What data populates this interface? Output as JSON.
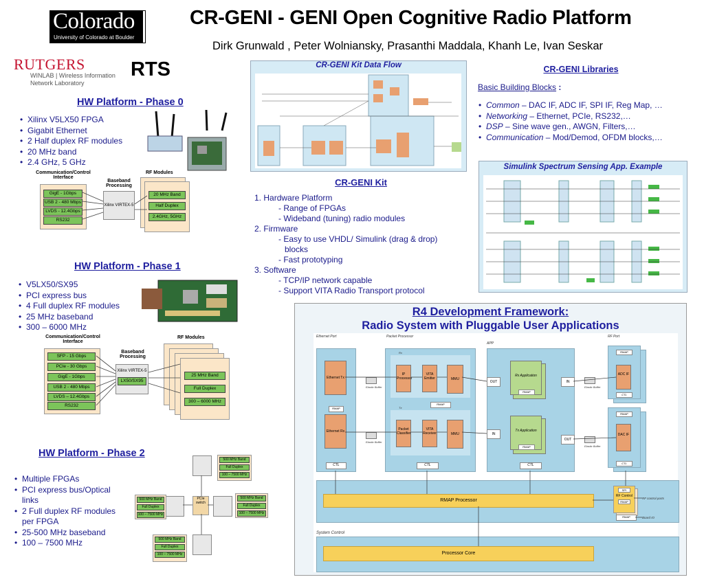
{
  "header": {
    "title_plain": "CR-GENI - GENI ",
    "title_bold": "Open Cognitive Radio Platform",
    "authors": "Dirk Grunwald , Peter Wolniansky,  Prasanthi Maddala, Khanh Le, Ivan Seskar",
    "rts": "RTS"
  },
  "logos": {
    "colorado_main": "Colorado",
    "colorado_sub": "University of Colorado at Boulder",
    "rutgers": "RUTGERS",
    "winlab_line1": "WINLAB | Wireless Information",
    "winlab_line2": "Network Laboratory"
  },
  "phase0": {
    "heading": "HW Platform - Phase 0",
    "bullets": [
      "Xilinx V5LX50 FPGA",
      "Gigabit Ethernet",
      "2 Half duplex RF modules",
      "20 MHz band",
      "2.4 GHz, 5 GHz"
    ],
    "diagram": {
      "comm_label": "Communication/Control Interface",
      "bb_label": "Baseband Processing",
      "rf_label": "RF Modules",
      "ifaces": [
        "GigE  - 1Gbps",
        "USB 2 - 480 Mbps",
        "LVDS - 12.4Gbps",
        "RS232"
      ],
      "chip": "Xilinx VIRTEX-5",
      "rf": [
        "20 MHz Band",
        "Half Duplex",
        "2.4GHz, 5GHz"
      ]
    }
  },
  "phase1": {
    "heading": "HW Platform - Phase 1",
    "bullets": [
      "V5LX50/SX95",
      "PCI express bus",
      "4 Full duplex RF modules",
      "25 MHz baseband",
      "300 – 6000 MHz"
    ],
    "diagram": {
      "comm_label": "Communication/Control Interface",
      "bb_label": "Baseband Processing",
      "rf_label": "RF Modules",
      "ifaces": [
        "SFP  -  15 Gbps",
        "PCIe  -  30 Gbps",
        "GigE  -  1Gbps",
        "USB 2 - 480 Mbps",
        "LVDS – 12.4Gbps",
        "RS232"
      ],
      "chip": "Xilinx VIRTEX-5",
      "chip_label": "LX50/SX95",
      "rf": [
        "25 MHz Band",
        "Full Duplex",
        "300 – 6000 MHz"
      ]
    }
  },
  "phase2": {
    "heading": " HW Platform - Phase 2",
    "bullets": [
      "Multiple FPGAs",
      "PCI express bus/Optical links",
      "2 Full duplex RF modules per FPGA",
      "25-500 MHz baseband",
      "100 – 7500 MHz"
    ],
    "rf": [
      "500 MHz Band",
      "Full Duplex",
      "100 – 7500 MHz"
    ],
    "pcie": "PCIe switch"
  },
  "kit_flow": {
    "title": "CR-GENI Kit Data Flow"
  },
  "kit": {
    "heading": "CR-GENI Kit",
    "items": [
      {
        "n": "1.",
        "label": "Hardware Platform",
        "subs": [
          "- Range of FPGAs",
          "- Wideband (tuning) radio modules"
        ]
      },
      {
        "n": "2.",
        "label": "Firmware",
        "subs": [
          "- Easy to use VHDL/ Simulink (drag & drop)",
          "blocks",
          "- Fast prototyping"
        ]
      },
      {
        "n": "3.",
        "label": "Software",
        "subs": [
          "- TCP/IP network capable",
          "- Support VITA Radio Transport protocol"
        ]
      }
    ]
  },
  "libraries": {
    "heading": "CR-GENI Libraries",
    "subheading": "Basic Building Blocks",
    "colon": " :",
    "items": [
      {
        "term": "Common",
        "desc": " – DAC IF, ADC IF, SPI IF, Reg Map, …"
      },
      {
        "term": "Networking",
        "desc": " – Ethernet, PCIe, RS232,…"
      },
      {
        "term": "DSP",
        "desc": " – Sine wave gen., AWGN, Filters,…"
      },
      {
        "term": "Communication",
        "desc": " – Mod/Demod, OFDM blocks,…"
      }
    ]
  },
  "simulink": {
    "title": "Simulink Spectrum Sensing App. Example"
  },
  "r4": {
    "title_line1": "R4 Development Framework:",
    "title_line2": "Radio System with Pluggable User Applications",
    "labels": {
      "eth_port": "Ethernet Port",
      "pkt_proc": "Packet Processor",
      "app": "APP",
      "rf_port": "RF Port",
      "eth_tx": "Ethernet Tx",
      "eth_rx": "Ethernet Rx",
      "ip_proc": "IP Processor",
      "vita_emit": "VITA Emitter",
      "mmu": "MMU",
      "pkt_class": "Packet Classifier",
      "vita_recv": "VITA Receiver",
      "rx_app": "Rx Application",
      "tx_app": "Tx Application",
      "rmap": "RMAP",
      "ctl": "CTL",
      "out": "OUT",
      "in": "IN",
      "adc": "ADC IF",
      "dac": "DAC IF",
      "rmap_proc": "RMAP Processor",
      "spi": "SPI",
      "rf_control": "RF Control",
      "rf_control_ports": "RF control ports",
      "board_io": "Board IO",
      "sys_control": "System Control",
      "proc_core": "Processor Core",
      "elastic": "Elastic Buffer",
      "rx": "Rx",
      "tx": "Tx"
    }
  }
}
